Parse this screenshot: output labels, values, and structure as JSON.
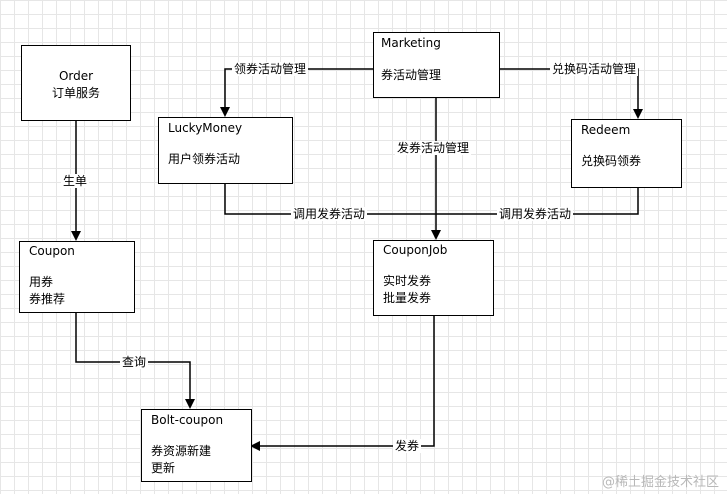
{
  "nodes": {
    "order": {
      "title": "Order",
      "lines": [
        "订单服务"
      ]
    },
    "marketing": {
      "title": "Marketing",
      "lines": [
        "券活动管理"
      ]
    },
    "luckymoney": {
      "title": "LuckyMoney",
      "lines": [
        "用户领券活动"
      ]
    },
    "redeem": {
      "title": "Redeem",
      "lines": [
        "兑换码领券"
      ]
    },
    "coupon": {
      "title": "Coupon",
      "lines": [
        "用券",
        "券推荐"
      ]
    },
    "couponjob": {
      "title": "CouponJob",
      "lines": [
        "实时发券",
        "批量发券"
      ]
    },
    "boltcoupon": {
      "title": "Bolt-coupon",
      "lines": [
        "券资源新建",
        "更新"
      ]
    }
  },
  "edges": {
    "marketing_to_luckymoney": "领券活动管理",
    "marketing_to_redeem": "兑换码活动管理",
    "marketing_to_couponjob": "发券活动管理",
    "order_to_coupon": "生单",
    "luckymoney_to_couponjob": "调用发券活动",
    "redeem_to_couponjob": "调用发券活动",
    "coupon_to_boltcoupon": "查询",
    "couponjob_to_boltcoupon": "发券"
  },
  "watermark": "@稀土掘金技术社区"
}
